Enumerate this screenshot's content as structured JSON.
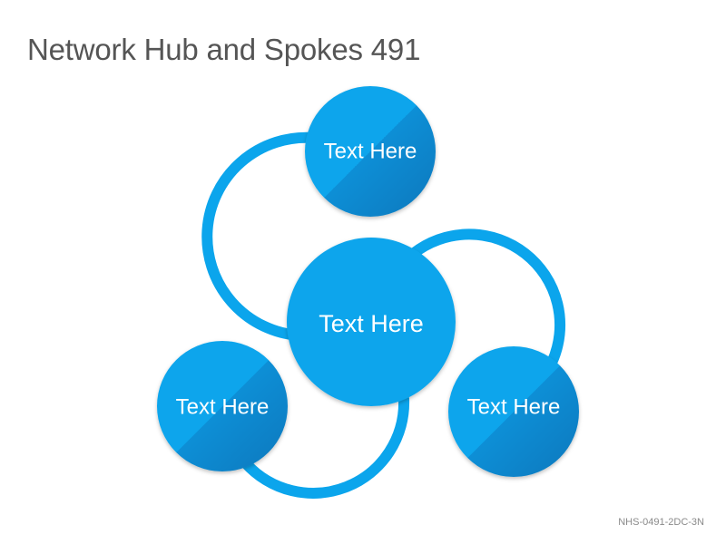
{
  "title": "Network Hub and Spokes 491",
  "hub": {
    "label": "Text Here"
  },
  "spokes": [
    {
      "label": "Text Here"
    },
    {
      "label": "Text Here"
    },
    {
      "label": "Text Here"
    }
  ],
  "code": "NHS-0491-2DC-3N",
  "colors": {
    "primary": "#0ba5ec",
    "shade": "#0a84c6",
    "title": "#555555"
  }
}
